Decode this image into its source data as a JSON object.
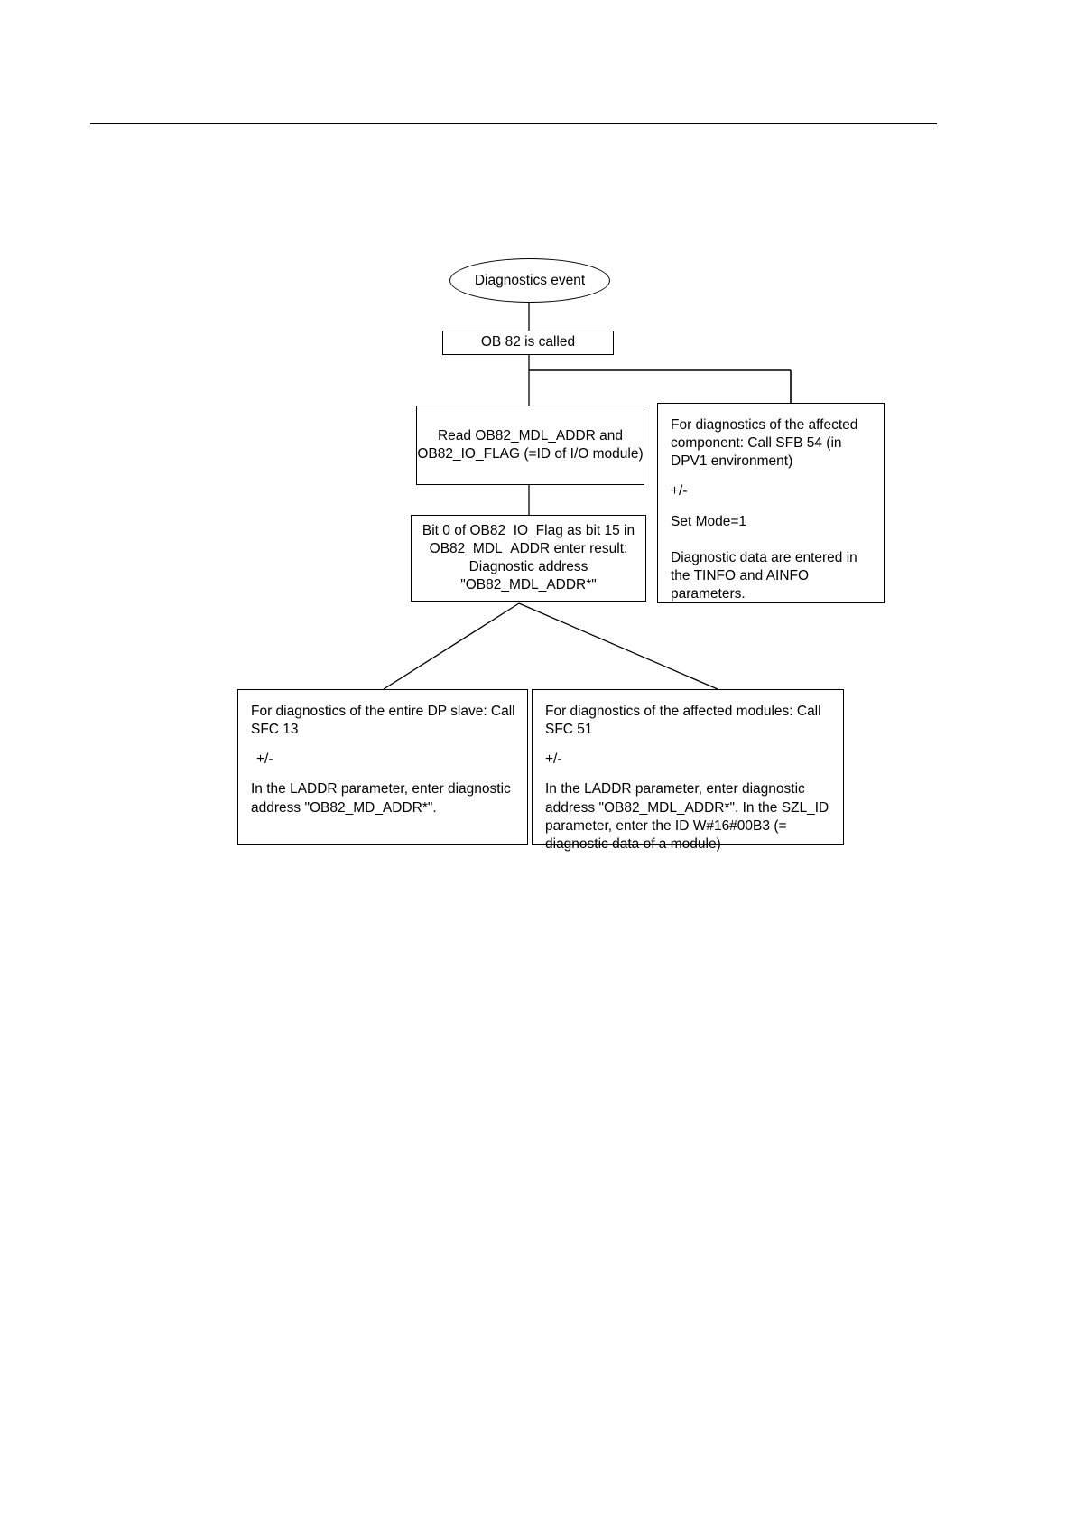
{
  "page": {
    "background_color": "#ffffff",
    "line_color": "#000000",
    "horizontal_rule": true
  },
  "diagram": {
    "type": "flowchart",
    "title_text": "",
    "nodes": {
      "diagnostics_event": {
        "shape": "ellipse",
        "label": "Diagnostics event"
      },
      "ob82_called": {
        "shape": "rectangle",
        "label": "OB 82 is called"
      },
      "read_mdl_addr": {
        "shape": "rectangle",
        "line1": "Read OB82_MDL_ADDR and",
        "line2": "OB82_IO_FLAG (=ID of I/O module)"
      },
      "sfb54": {
        "shape": "rectangle",
        "para1": "For diagnostics of the affected component: Call SFB 54 (in DPV1 environment)",
        "para2": "+/-",
        "para3": "Set Mode=1",
        "para4": "Diagnostic data are entered in the TINFO and AINFO parameters."
      },
      "bit0_result": {
        "shape": "rectangle",
        "line1": "Bit 0 of OB82_IO_Flag as bit 15 in",
        "line2": "OB82_MDL_ADDR enter result:",
        "line3": "Diagnostic address",
        "line4": "\"OB82_MDL_ADDR*\""
      },
      "sfc13": {
        "shape": "rectangle",
        "para1": "For diagnostics of the entire DP slave: Call SFC 13",
        "para2": "+/-",
        "para3": "In the LADDR parameter, enter diagnostic address \"OB82_MD_ADDR*\"."
      },
      "sfc51": {
        "shape": "rectangle",
        "para1": "For diagnostics of the affected modules: Call SFC 51",
        "para2": "+/-",
        "para3": "In the LADDR parameter, enter diagnostic address \"OB82_MDL_ADDR*\". In the SZL_ID parameter, enter the ID W#16#00B3 (= diagnostic data of a module)"
      }
    },
    "edges": [
      {
        "from": "diagnostics_event",
        "to": "ob82_called",
        "style": "straight"
      },
      {
        "from": "ob82_called",
        "to": "read_mdl_addr",
        "style": "straight"
      },
      {
        "from": "ob82_called",
        "to": "sfb54",
        "style": "orthogonal"
      },
      {
        "from": "read_mdl_addr",
        "to": "bit0_result",
        "style": "straight"
      },
      {
        "from": "bit0_result",
        "to": "sfc13",
        "style": "diagonal"
      },
      {
        "from": "bit0_result",
        "to": "sfc51",
        "style": "diagonal"
      }
    ]
  }
}
